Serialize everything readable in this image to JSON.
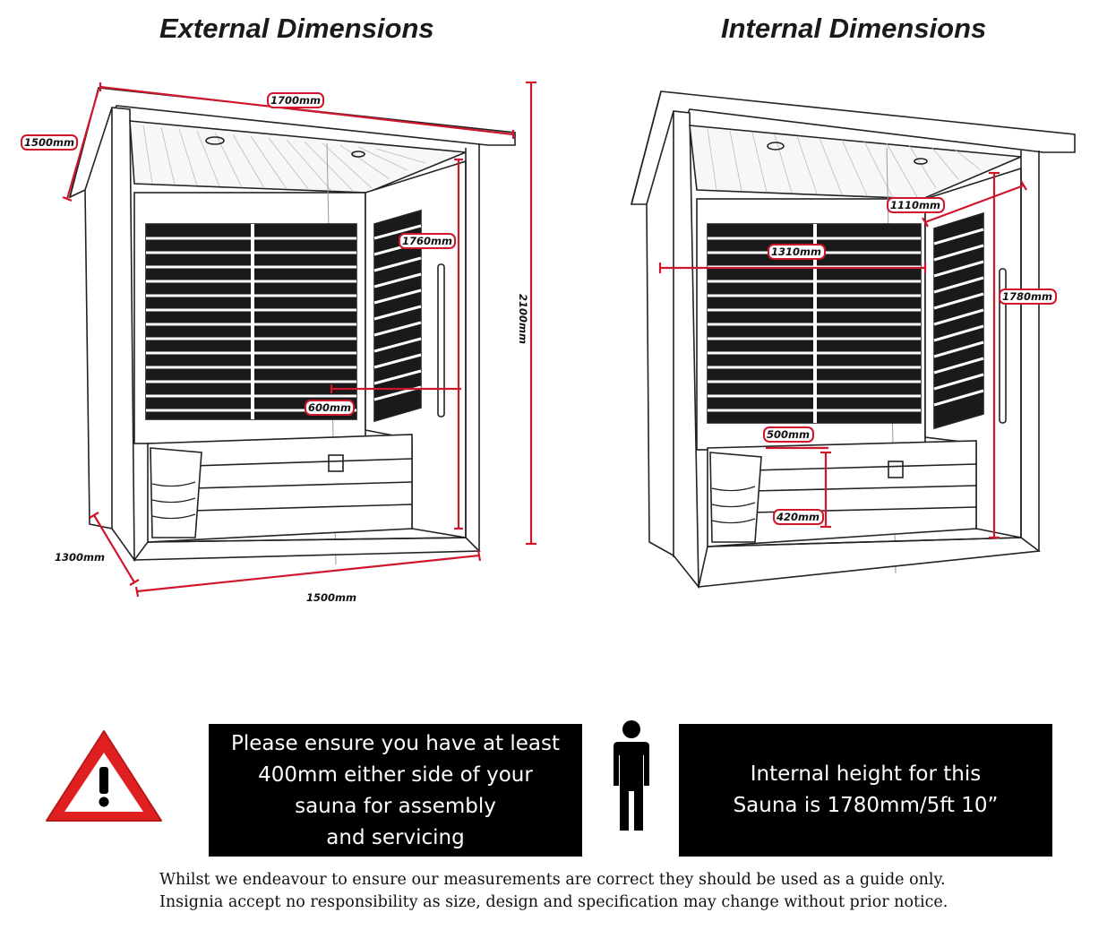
{
  "titles": {
    "external": "External Dimensions",
    "internal": "Internal Dimensions"
  },
  "external_measurements": {
    "width_top": "1700mm",
    "depth_top": "1500mm",
    "height": "2100mm",
    "panel_height": "1760mm",
    "bench_depth": "600mm",
    "depth_bottom": "1300mm",
    "width_bottom": "1500mm"
  },
  "internal_measurements": {
    "depth": "1110mm",
    "width": "1310mm",
    "height": "1780mm",
    "bench_depth": "500mm",
    "bench_height": "420mm"
  },
  "notices": {
    "assembly_lines": [
      "Please ensure you have at least",
      "400mm either side of your",
      "sauna for assembly",
      "and servicing"
    ],
    "height_lines": [
      "Internal height for this",
      "Sauna is 1780mm/5ft 10”"
    ]
  },
  "disclaimer": {
    "line1": "Whilst we endeavour to ensure our measurements are correct they should be used as a guide only.",
    "line2": "Insignia accept no responsibility as size, design and specification may change without prior notice."
  },
  "icons": {
    "warning": "warning-triangle-icon",
    "person": "person-silhouette-icon"
  },
  "colors": {
    "dimension_line": "#d0162b",
    "warning_red": "#e02020",
    "notice_bg": "#000000"
  }
}
